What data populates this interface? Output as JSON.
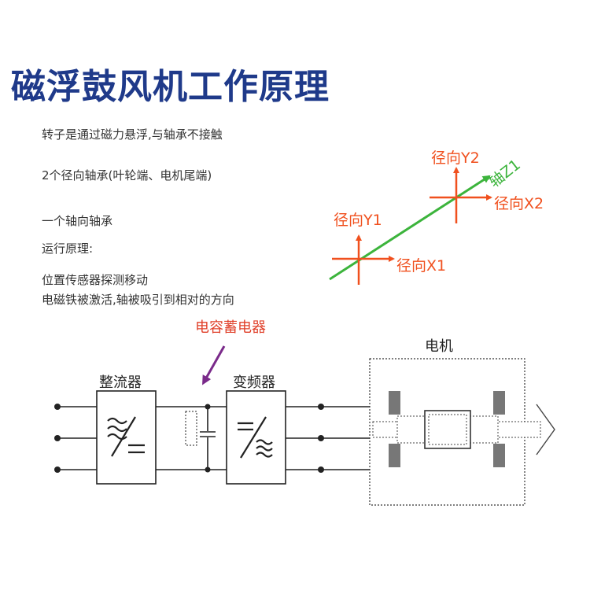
{
  "title": "磁浮鼓风机工作原理",
  "lines": {
    "l1": "转子是通过磁力悬浮,与轴承不接触",
    "l2": "2个径向轴承(叶轮端、电机尾端)",
    "l3": "一个轴向轴承",
    "l4": "运行原理:",
    "l5": "位置传感器探测移动",
    "l6": "电磁铁被激活,轴被吸引到相对的方向"
  },
  "axes": {
    "y2": "径向Y2",
    "z1": "轴Z1",
    "x2": "径向X2",
    "y1": "径向Y1",
    "x1": "径向X1"
  },
  "circuit": {
    "capacitor_label": "电容蓄电器",
    "rectifier_label": "整流器",
    "inverter_label": "变频器",
    "motor_label": "电机"
  },
  "colors": {
    "title": "#1f3a8a",
    "axis_orange": "#f0501e",
    "axis_green": "#3cb43c",
    "arrow_purple": "#7a2a8a",
    "capacitor_label": "#e0402a",
    "body_text": "#333333"
  }
}
